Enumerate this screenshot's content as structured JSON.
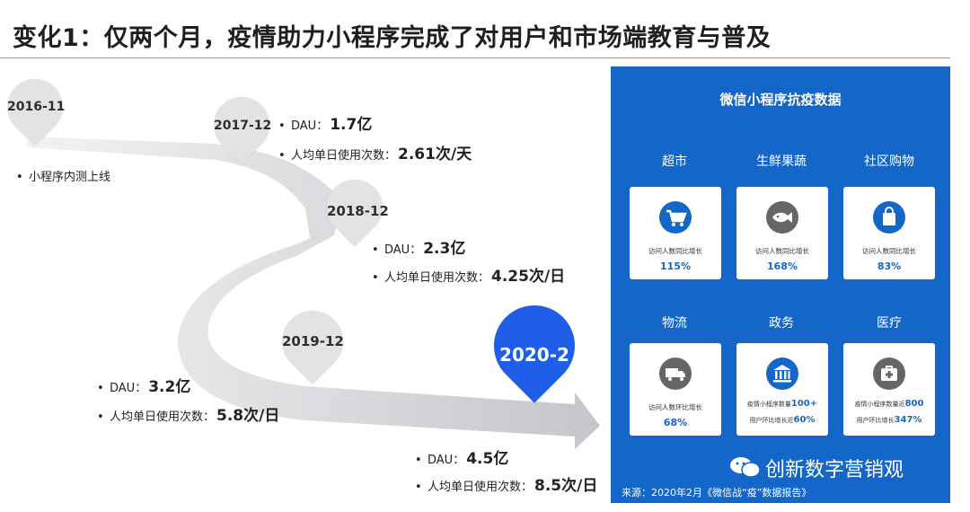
{
  "title": "变化1：仅两个月，疫情助力小程序完成了对用户和市场端教育与普及",
  "timeline": [
    {
      "date": "2016-11",
      "notes": [
        "小程序内测上线"
      ]
    },
    {
      "date": "2017-12",
      "dau_label": "DAU：",
      "dau": "1.7亿",
      "usage_label": "人均单日使用次数：",
      "usage": "2.61次/天"
    },
    {
      "date": "2018-12",
      "dau_label": "DAU：",
      "dau": "2.3亿",
      "usage_label": "人均单日使用次数：",
      "usage": "4.25次/日"
    },
    {
      "date": "2019-12",
      "dau_label": "DAU：",
      "dau": "3.2亿",
      "usage_label": "人均单日使用次数：",
      "usage": "5.8次/日"
    },
    {
      "date": "2020-2",
      "dau_label": "DAU：",
      "dau": "4.5亿",
      "usage_label": "人均单日使用次数：",
      "usage": "8.5次/日"
    }
  ],
  "bullet": "•",
  "panel": {
    "title": "微信小程序抗疫数据",
    "categories": [
      {
        "name": "超市",
        "icon": "shopping-cart-icon",
        "label": "访问人数同比增长",
        "value": "115%"
      },
      {
        "name": "生鲜果蔬",
        "icon": "fish-icon",
        "label": "访问人数同比增长",
        "value": "168%"
      },
      {
        "name": "社区购物",
        "icon": "shopping-bag-icon",
        "label": "访问人数同比增长",
        "value": "83%"
      },
      {
        "name": "物流",
        "icon": "delivery-truck-icon",
        "label": "访问人数环比增长",
        "value": "68%"
      },
      {
        "name": "政务",
        "icon": "government-building-icon",
        "line1_label": "疫情小程序数量",
        "line1_value": "100+",
        "line2_label": "用户环比增长近",
        "line2_value": "60%"
      },
      {
        "name": "医疗",
        "icon": "medical-kit-icon",
        "line1_label": "疫情小程序数量近",
        "line1_value": "800",
        "line2_label": "用户环比增长",
        "line2_value": "347%"
      }
    ],
    "source": "来源：2020年2月《微信战“疫”数据报告》",
    "watermark": "创新数字营销观"
  },
  "colors": {
    "panel": "#1467c8",
    "accent_pin": "#1f5ee8",
    "pin": "#e3e3e6",
    "arrow": "#c7c9cd"
  }
}
